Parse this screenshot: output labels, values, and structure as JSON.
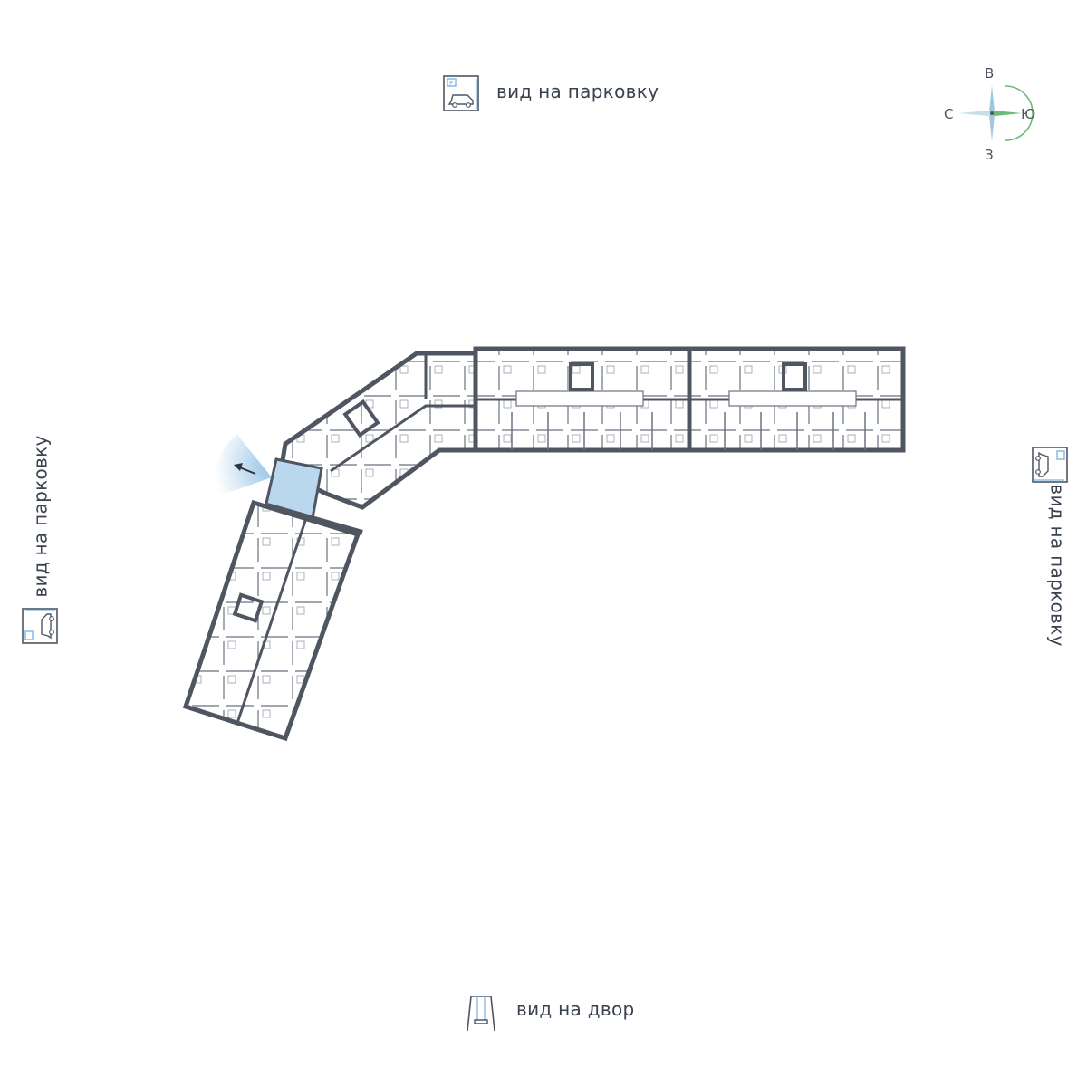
{
  "views": {
    "top": "вид на парковку",
    "left": "вид на парковку",
    "right": "вид на парковку",
    "bottom": "вид на двор"
  },
  "compass": {
    "north": "В",
    "south": "З",
    "west": "С",
    "east": "Ю"
  },
  "icons": {
    "parking": "parking-view-icon",
    "courtyard": "swing-courtyard-icon",
    "view-direction": "view-direction-arrow-icon"
  },
  "colors": {
    "wall": "#4f5662",
    "highlight": "#b9d8ee",
    "accent": "#7fb6e0",
    "compass_green": "#6cba7a"
  }
}
